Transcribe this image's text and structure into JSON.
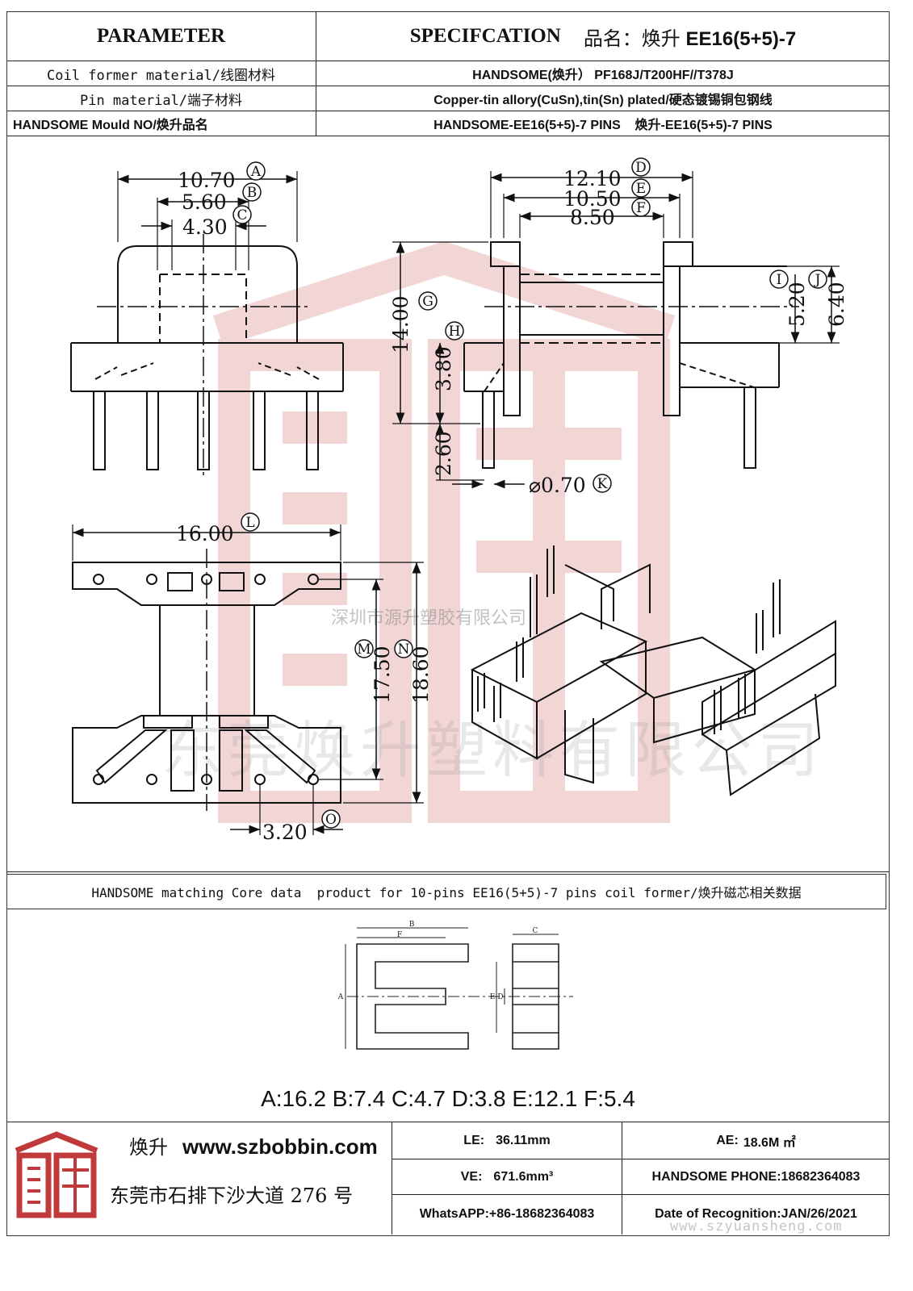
{
  "header": {
    "parameter_label": "PARAMETER",
    "spec_label": "SPECIFCATION",
    "product_name_label": "品名：焕升",
    "product_model": "EE16(5+5)-7"
  },
  "params": [
    {
      "label": "Coil  former material/线圈材料",
      "value": "HANDSOME(焕升）   PF168J/T200HF//T378J"
    },
    {
      "label": "Pin material/端子材料",
      "value": "Copper-tin allory(CuSn),tin(Sn) plated/硬态镀锡铜包钢线"
    },
    {
      "label": "HANDSOME Mould NO/焕升品名",
      "value": "HANDSOME-EE16(5+5)-7 PINS    焕升-EE16(5+5)-7 PINS"
    }
  ],
  "drawing": {
    "dim_A": "10.70",
    "dim_B": "5.60",
    "dim_C": "4.30",
    "dim_D": "12.10",
    "dim_E": "10.50",
    "dim_F": "8.50",
    "dim_G": "14.00",
    "dim_H": "3.80",
    "dim_I": "5.20",
    "dim_J": "6.40",
    "dim_pin_len": "2.60",
    "dim_K": "⌀0.70",
    "dim_L": "16.00",
    "dim_M": "17.50",
    "dim_N": "18.60",
    "dim_O": "3.20",
    "letters": {
      "A": "A",
      "B": "B",
      "C": "C",
      "D": "D",
      "E": "E",
      "F": "F",
      "G": "G",
      "H": "H",
      "I": "I",
      "J": "J",
      "K": "K",
      "L": "L",
      "M": "M",
      "N": "N",
      "O": "O"
    }
  },
  "watermarks": {
    "company_small": "深圳市源升塑胶有限公司",
    "company_large": "东莞焕升塑料有限公司",
    "url": "www.szyuansheng.com"
  },
  "core_section": {
    "title": "HANDSOME matching Core data  product for 10-pins EE16(5+5)-7 pins coil former/焕升磁芯相关数据",
    "core_letters": {
      "A": "A",
      "B": "B",
      "C": "C",
      "D": "D",
      "E": "E",
      "F": "F"
    },
    "dims_text": "A:16.2 B:7.4 C:4.7 D:3.8 E:12.1 F:5.4"
  },
  "footer": {
    "brand": "焕升",
    "website": "www.szbobbin.com",
    "address": "东莞市石排下沙大道 276 号",
    "le_label": "LE:",
    "le_value": "36.11mm",
    "ae_label": "AE:",
    "ae_value": "18.6M ㎡",
    "ve_label": "VE:",
    "ve_value": "671.6mm³",
    "phone": "HANDSOME PHONE:18682364083",
    "whatsapp": "WhatsAPP:+86-18682364083",
    "date": "Date of Recognition:JAN/26/2021"
  },
  "colors": {
    "logo_red": "#c0393b",
    "watermark": "#e3a3a3",
    "line": "#222222"
  }
}
